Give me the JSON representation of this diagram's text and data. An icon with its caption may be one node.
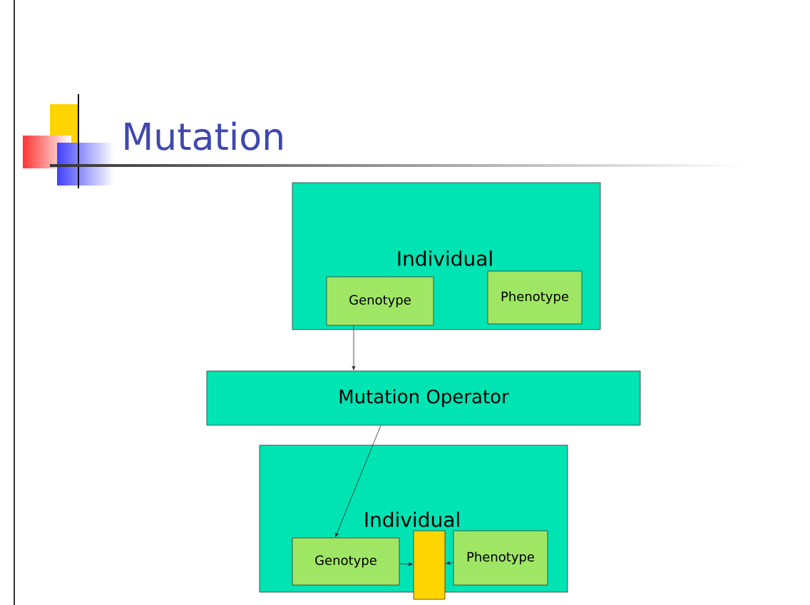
{
  "diagram": {
    "title": "Mutation",
    "nodes": [
      {
        "text": [
          "Individual"
        ]
      },
      {
        "text": [
          "Genotype"
        ],
        "in": 0
      },
      {
        "text": [
          "Phenotype"
        ],
        "in": 0
      },
      {
        "text": [
          "Mutation Operator"
        ]
      },
      {
        "text": [
          "Individual"
        ]
      },
      {
        "text": [
          "Genotype"
        ],
        "in": 4
      },
      {
        "text": [],
        "shape": "bar"
      },
      {
        "text": [
          "Phenotype"
        ],
        "in": 4
      }
    ],
    "edges": [
      {
        "from": 1,
        "to": 3,
        "arrow": "to"
      },
      {
        "from": 3,
        "to": 5,
        "arrow": "to"
      },
      {
        "from": 5,
        "to": 6,
        "arrow": "to"
      },
      {
        "from": 7,
        "to": 6,
        "arrow": "to"
      }
    ]
  }
}
